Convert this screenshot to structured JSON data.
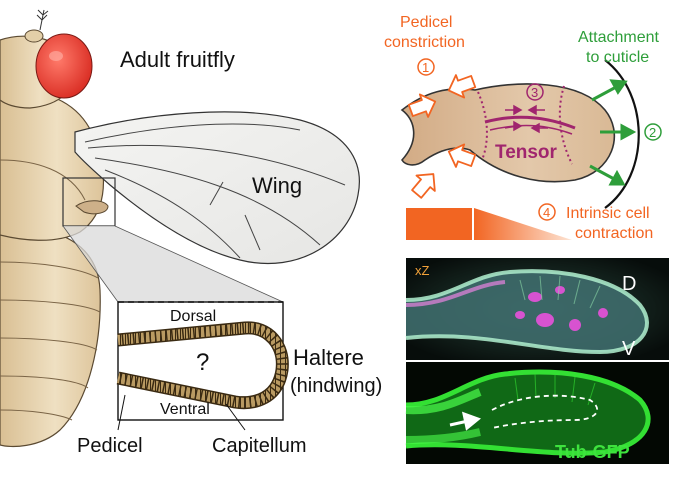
{
  "labels": {
    "adult": "Adult fruitfly",
    "wing": "Wing",
    "dorsal": "Dorsal",
    "ventral": "Ventral",
    "question": "?",
    "haltere": "Haltere",
    "hindwing": "(hindwing)",
    "pedicel": "Pedicel",
    "capitellum": "Capitellum"
  },
  "model": {
    "pedicel_constriction_line1": "Pedicel",
    "pedicel_constriction_line2": "constriction",
    "attachment_line1": "Attachment",
    "attachment_line2": "to cuticle",
    "tensor": "Tensor",
    "intrinsic_line1": "Intrinsic cell",
    "intrinsic_line2": "contraction",
    "num1": "1",
    "num2": "2",
    "num3": "3",
    "num4": "4"
  },
  "micro": {
    "xz": "xZ",
    "d": "D",
    "v": "V",
    "tub": "Tub-GFP"
  },
  "colors": {
    "orange": "#f26522",
    "green": "#2e9e3a",
    "magenta": "#a0256e",
    "body": "#e9d7b4",
    "tan": "#d8bb8c"
  }
}
